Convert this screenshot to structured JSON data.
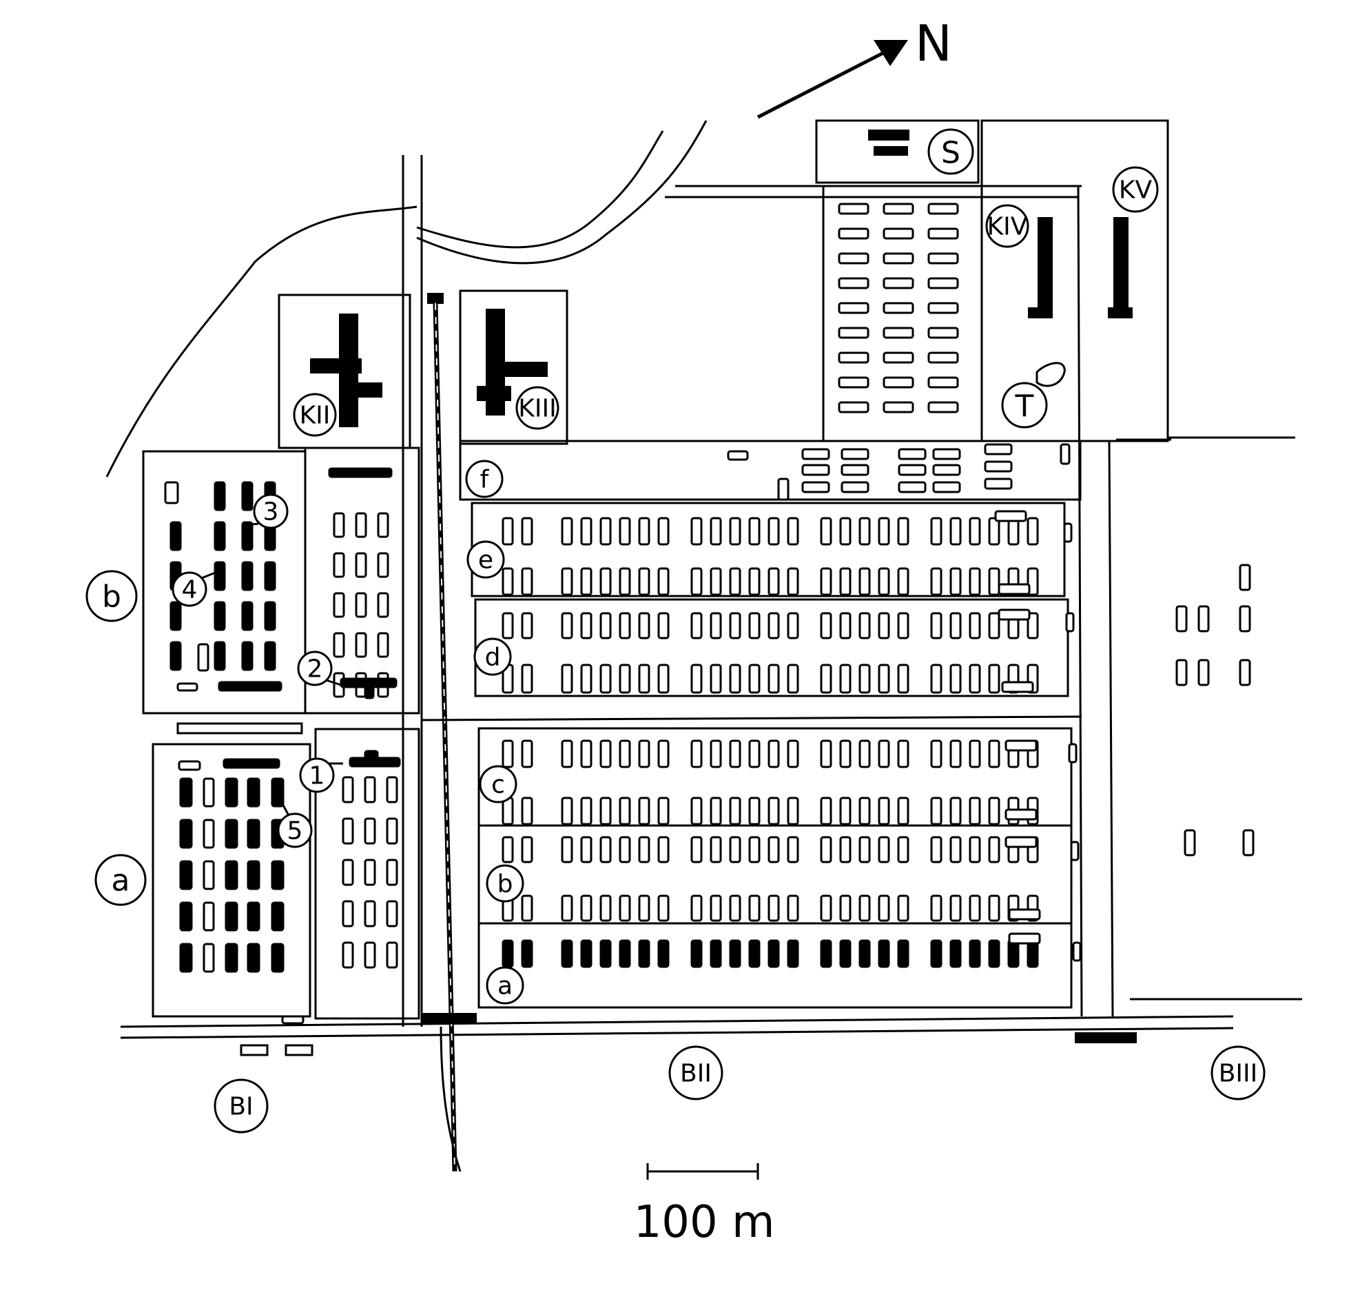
{
  "north_label": "N",
  "scale_label": "100 m",
  "sections": {
    "bi": "BI",
    "bii": "BII",
    "biii": "BIII"
  },
  "crematoria": {
    "k2": "KII",
    "k3": "KIII",
    "k4": "KIV",
    "k5": "KV"
  },
  "facilities": {
    "s": "S",
    "t": "T"
  },
  "bi_subcamps": {
    "a": "a",
    "b": "b"
  },
  "bii_subcamps": {
    "a": "a",
    "b": "b",
    "c": "c",
    "d": "d",
    "e": "e",
    "f": "f"
  },
  "numbered_markers": {
    "m1": "1",
    "m2": "2",
    "m3": "3",
    "m4": "4",
    "m5": "5"
  },
  "colors": {
    "ink": "#000000",
    "paper": "#ffffff"
  }
}
